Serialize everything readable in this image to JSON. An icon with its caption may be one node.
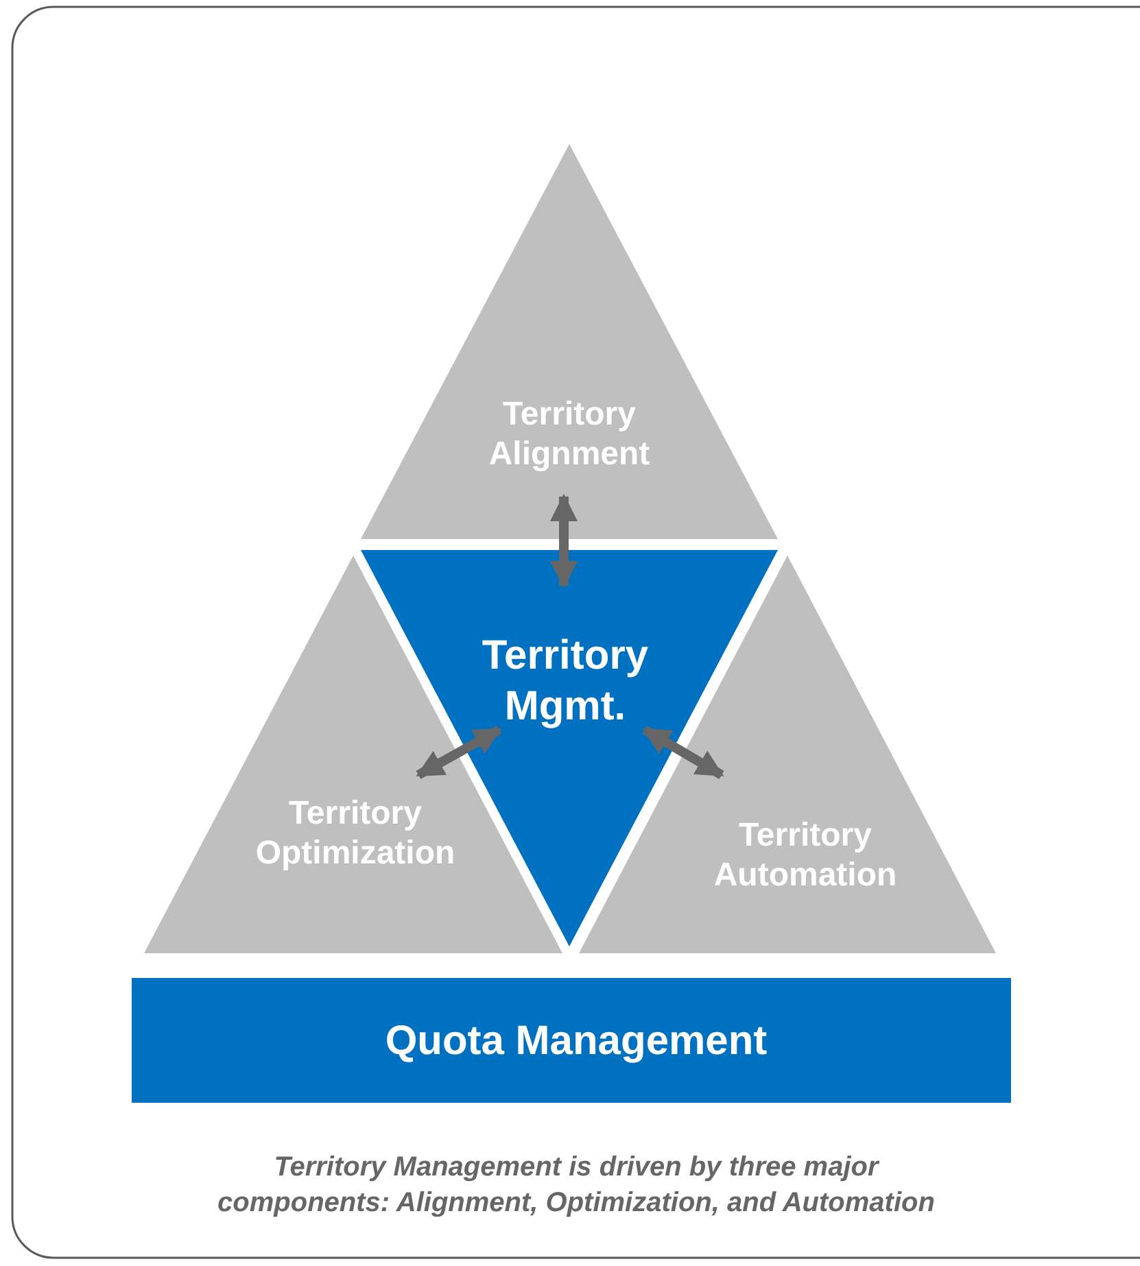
{
  "diagram": {
    "caption": "Territory Management is driven by three major components: Alignment, Optimization, and Automation",
    "nodes": [
      {
        "text": [
          "Territory Alignment"
        ]
      },
      {
        "text": [
          "Territory Mgmt."
        ]
      },
      {
        "text": [
          "Territory Optimization"
        ]
      },
      {
        "text": [
          "Territory Automation"
        ]
      },
      {
        "text": [
          "Quota Management"
        ]
      }
    ],
    "edges": [
      {
        "from": 1,
        "to": 0,
        "arrow": "both"
      },
      {
        "from": 1,
        "to": 2,
        "arrow": "both"
      },
      {
        "from": 1,
        "to": 3,
        "arrow": "both"
      }
    ]
  }
}
